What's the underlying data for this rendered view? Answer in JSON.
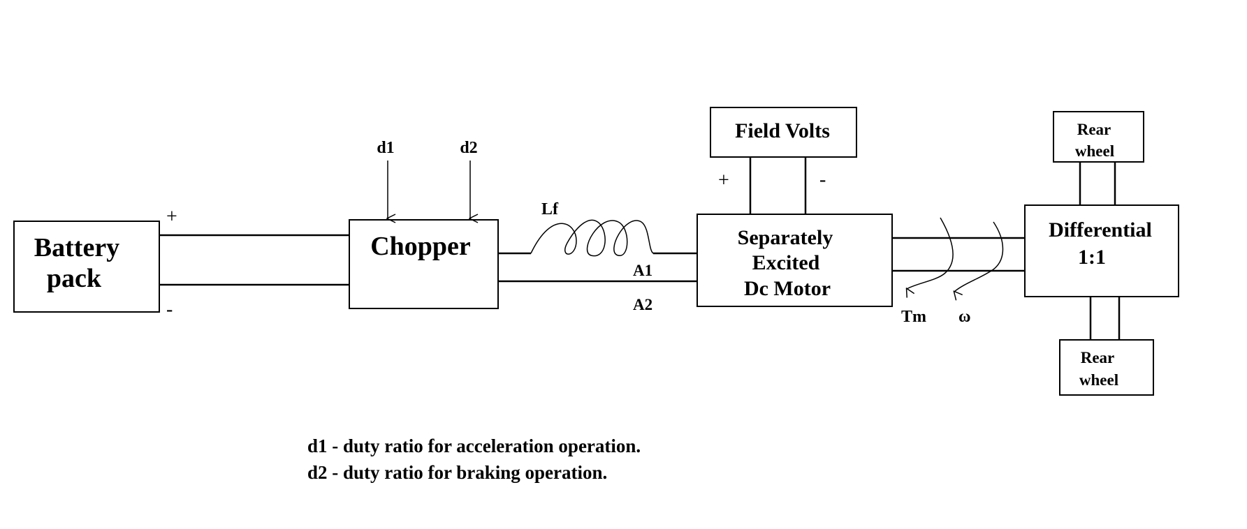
{
  "blocks": {
    "battery": [
      "Battery",
      "pack"
    ],
    "chopper": [
      "Chopper"
    ],
    "field_volts": [
      "Field Volts"
    ],
    "motor": [
      "Separately",
      "Excited",
      "Dc Motor"
    ],
    "differential": [
      "Differential",
      "1:1"
    ],
    "rear_wheel_top": [
      "Rear",
      "wheel"
    ],
    "rear_wheel_bottom": [
      "Rear",
      "wheel"
    ]
  },
  "labels": {
    "battery_plus": "+",
    "battery_minus": "-",
    "d1": "d1",
    "d2": "d2",
    "inductor": "Lf",
    "a1": "A1",
    "a2": "A2",
    "field_plus": "+",
    "field_minus": "-",
    "torque": "Tm",
    "omega": "ω"
  },
  "notes": [
    "d1 - duty ratio for acceleration operation.",
    "d2 - duty ratio for braking operation."
  ]
}
